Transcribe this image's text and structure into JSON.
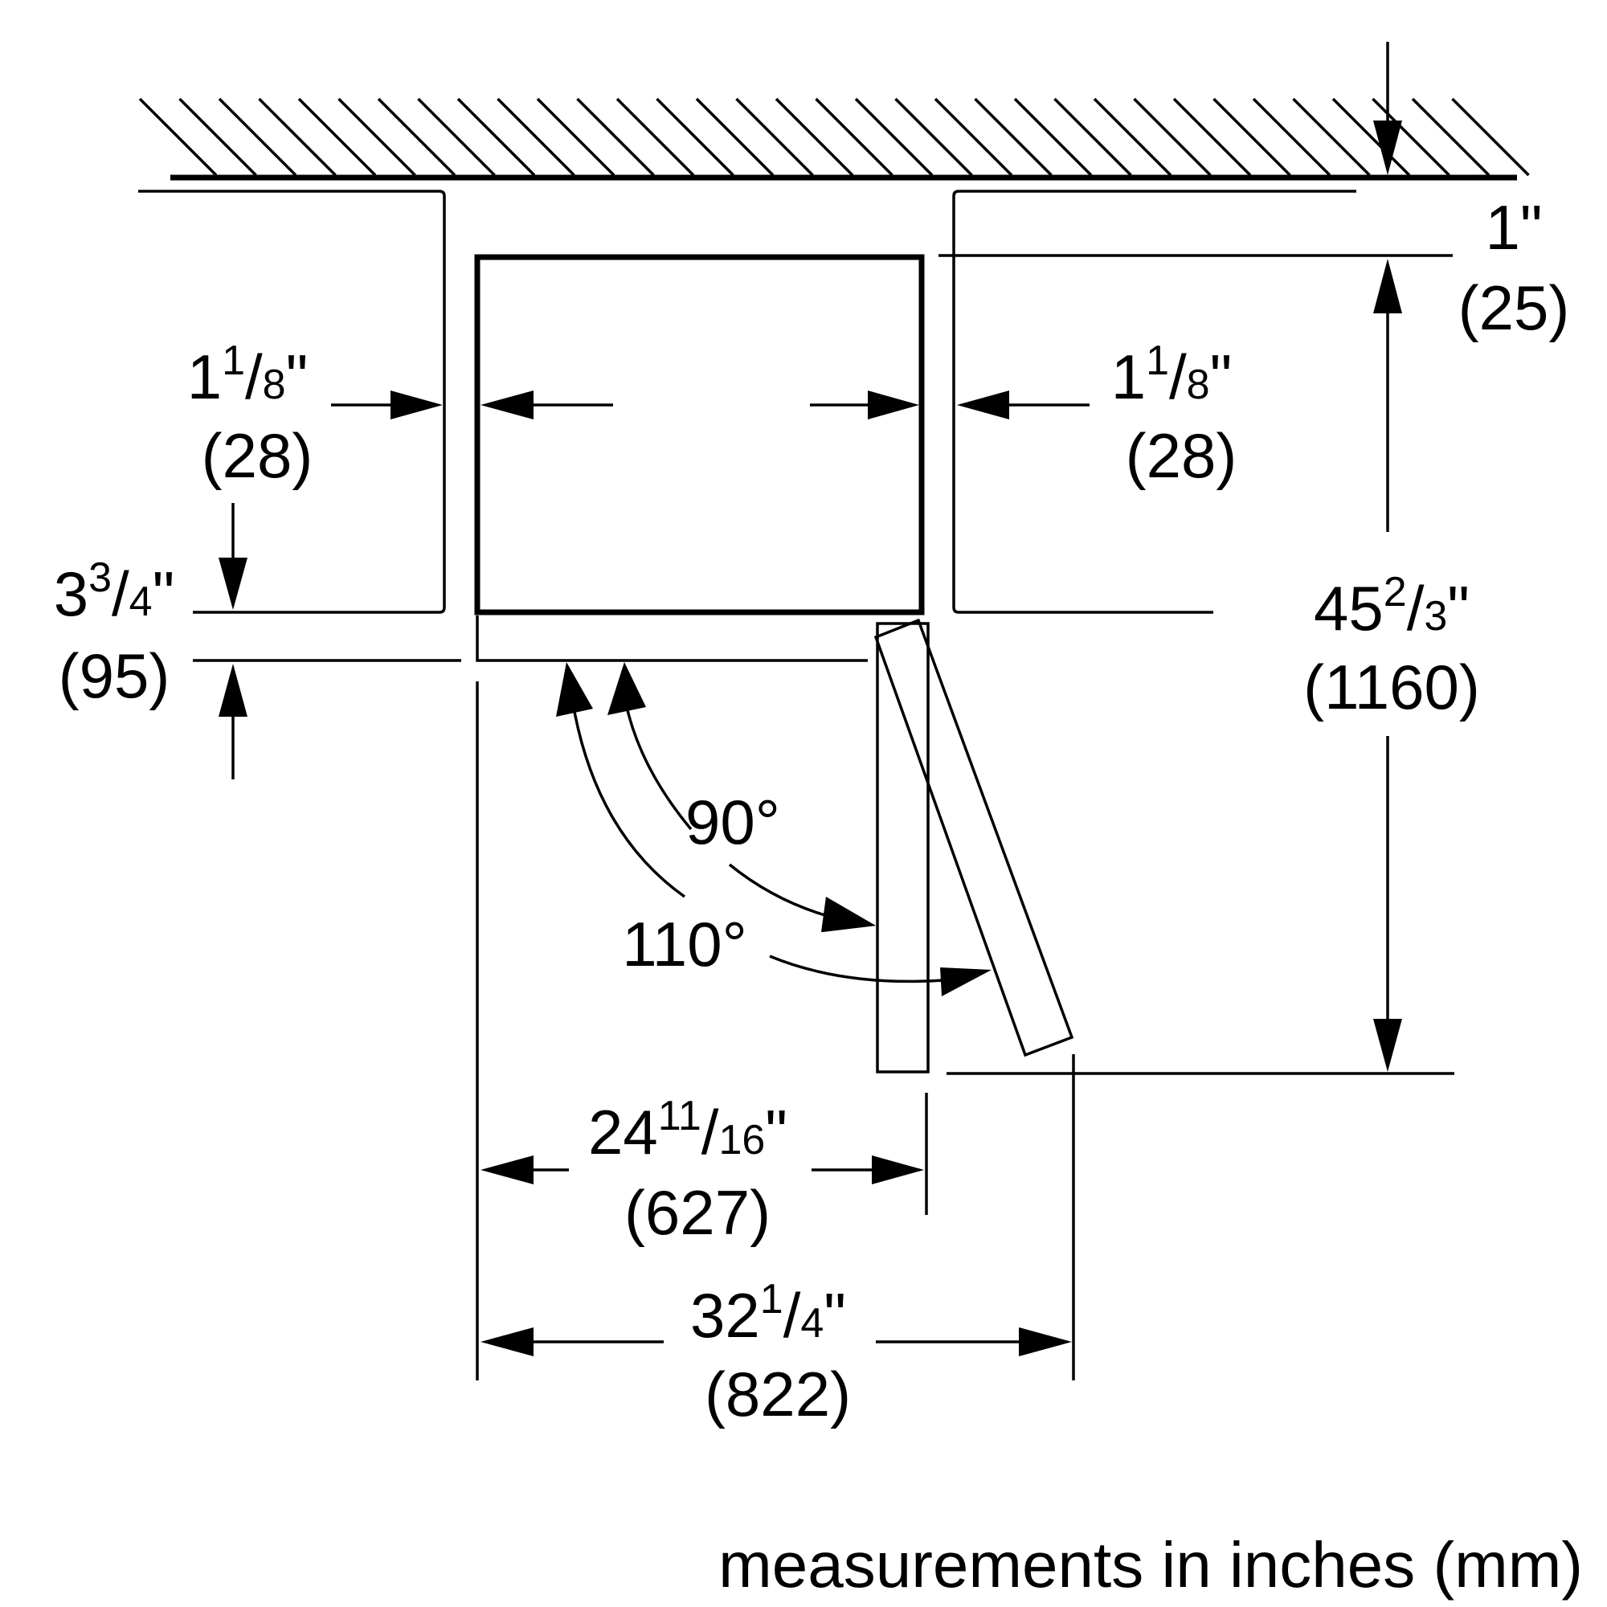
{
  "labels": {
    "top_clearance": {
      "inch": "1\"",
      "mm": "(25)"
    },
    "left_gap": {
      "whole": "1",
      "num": "1",
      "slash": "/",
      "den": "8",
      "unit": "\"",
      "mm": "(28)"
    },
    "right_gap": {
      "whole": "1",
      "num": "1",
      "slash": "/",
      "den": "8",
      "unit": "\"",
      "mm": "(28)"
    },
    "front_offset": {
      "whole": "3",
      "num": "3",
      "slash": "/",
      "den": "4",
      "unit": "\"",
      "mm": "(95)"
    },
    "overall_depth": {
      "whole": "45",
      "num": "2",
      "slash": "/",
      "den": "3",
      "unit": "\"",
      "mm": "(1160)"
    },
    "angle_90": "90°",
    "angle_110": "110°",
    "width_90": {
      "whole": "24",
      "num": "11",
      "slash": "/",
      "den": "16",
      "unit": "\"",
      "mm": "(627)"
    },
    "width_110": {
      "whole": "32",
      "num": "1",
      "slash": "/",
      "den": "4",
      "unit": "\"",
      "mm": "(822)"
    }
  },
  "caption": "measurements in inches (mm)",
  "colors": {
    "line": "#000000",
    "background": "#ffffff"
  }
}
